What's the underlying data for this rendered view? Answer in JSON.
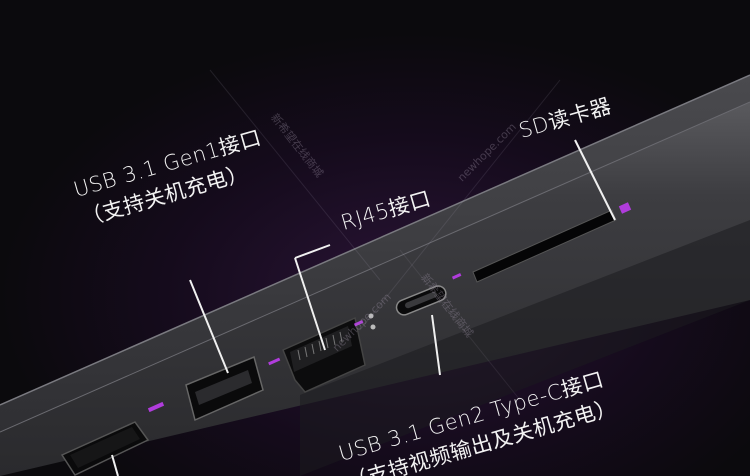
{
  "labels": {
    "usb31_line1": "USB 3.1 Gen1接口",
    "usb31_line2": "（支持关机充电）",
    "rj45": "RJ45接口",
    "sd": "SD读卡器",
    "usbc_line1": "USB 3.1 Gen2 Type-C接口",
    "usbc_line2": "（支持视频输出及关机充电）"
  },
  "watermarks": {
    "cn1": "新希望在线商城",
    "en1": "newhope.com",
    "en2": "newhope.com",
    "cn2": "新希望在线商城"
  },
  "colors": {
    "accent_purple": "#b03cdc",
    "background": "#0c0a0f",
    "chassis": "#3b3b3e"
  }
}
